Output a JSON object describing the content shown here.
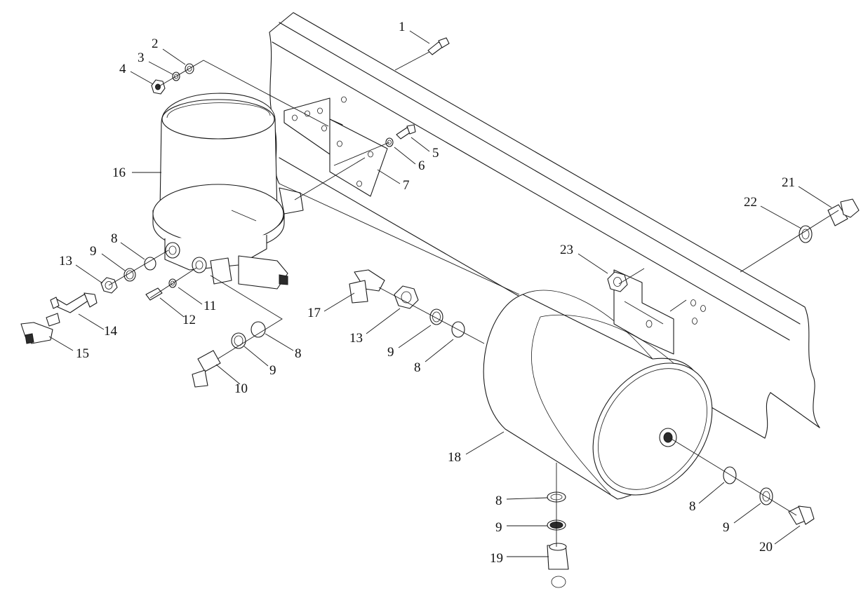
{
  "callouts": [
    {
      "id": "c1",
      "text": "1"
    },
    {
      "id": "c2",
      "text": "2"
    },
    {
      "id": "c3",
      "text": "3"
    },
    {
      "id": "c4",
      "text": "4"
    },
    {
      "id": "c5",
      "text": "5"
    },
    {
      "id": "c6",
      "text": "6"
    },
    {
      "id": "c7",
      "text": "7"
    },
    {
      "id": "c8a",
      "text": "8"
    },
    {
      "id": "c9a",
      "text": "9"
    },
    {
      "id": "c13a",
      "text": "13"
    },
    {
      "id": "c16",
      "text": "16"
    },
    {
      "id": "c14",
      "text": "14"
    },
    {
      "id": "c15",
      "text": "15"
    },
    {
      "id": "c12",
      "text": "12"
    },
    {
      "id": "c11",
      "text": "11"
    },
    {
      "id": "c8b",
      "text": "8"
    },
    {
      "id": "c9b",
      "text": "9"
    },
    {
      "id": "c10",
      "text": "10"
    },
    {
      "id": "c17",
      "text": "17"
    },
    {
      "id": "c13b",
      "text": "13"
    },
    {
      "id": "c9c",
      "text": "9"
    },
    {
      "id": "c8c",
      "text": "8"
    },
    {
      "id": "c23",
      "text": "23"
    },
    {
      "id": "c21",
      "text": "21"
    },
    {
      "id": "c22",
      "text": "22"
    },
    {
      "id": "c18",
      "text": "18"
    },
    {
      "id": "c8d",
      "text": "8"
    },
    {
      "id": "c9d",
      "text": "9"
    },
    {
      "id": "c19",
      "text": "19"
    },
    {
      "id": "c8e",
      "text": "8"
    },
    {
      "id": "c9e",
      "text": "9"
    },
    {
      "id": "c20",
      "text": "20"
    }
  ]
}
